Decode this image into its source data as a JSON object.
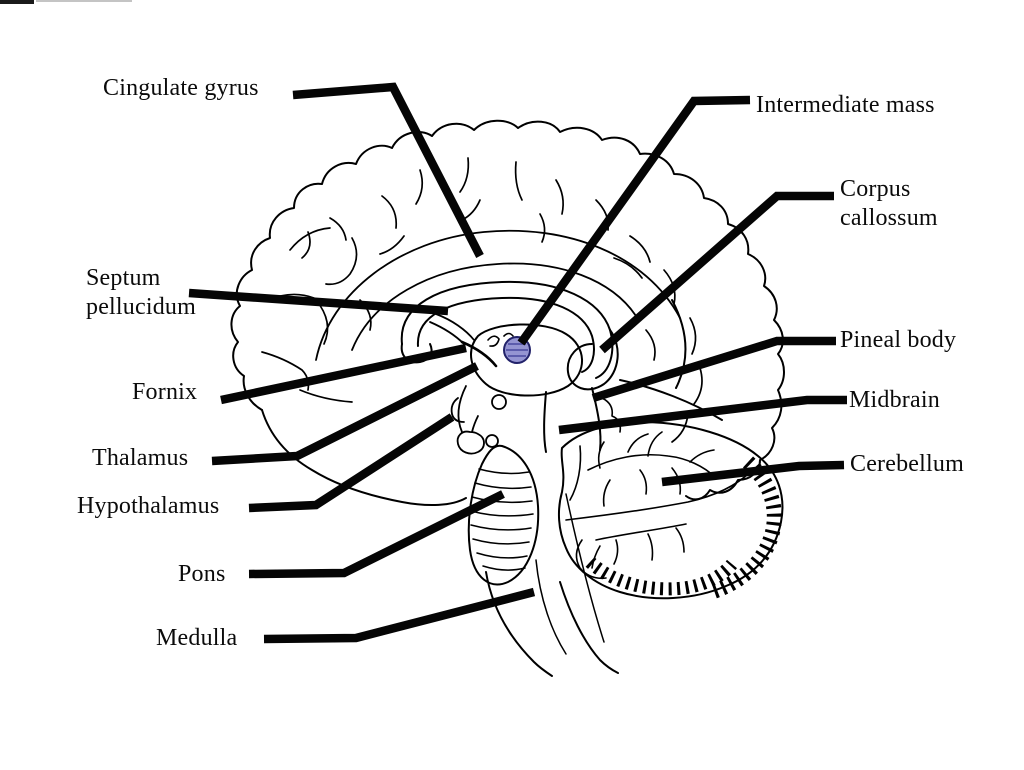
{
  "diagram": {
    "kind": "labeled line-art diagram (midsagittal human brain)",
    "colors": {
      "ink": "#000000",
      "background": "#ffffff",
      "intermediate_mass_dot_fill": "#9595d2",
      "intermediate_mass_dot_edge": "#22226a"
    },
    "labels": [
      {
        "id": "cingulate-gyrus",
        "text": "Cingulate gyrus"
      },
      {
        "id": "intermediate-mass",
        "text": "Intermediate mass"
      },
      {
        "id": "corpus-callossum",
        "text": "Corpus callossum"
      },
      {
        "id": "septum-pellucidum",
        "text": "Septum pellucidum"
      },
      {
        "id": "pineal-body",
        "text": "Pineal body"
      },
      {
        "id": "fornix",
        "text": "Fornix"
      },
      {
        "id": "midbrain",
        "text": "Midbrain"
      },
      {
        "id": "thalamus",
        "text": "Thalamus"
      },
      {
        "id": "cerebellum",
        "text": "Cerebellum"
      },
      {
        "id": "hypothalamus",
        "text": "Hypothalamus"
      },
      {
        "id": "pons",
        "text": "Pons"
      },
      {
        "id": "medulla",
        "text": "Medulla"
      }
    ]
  }
}
